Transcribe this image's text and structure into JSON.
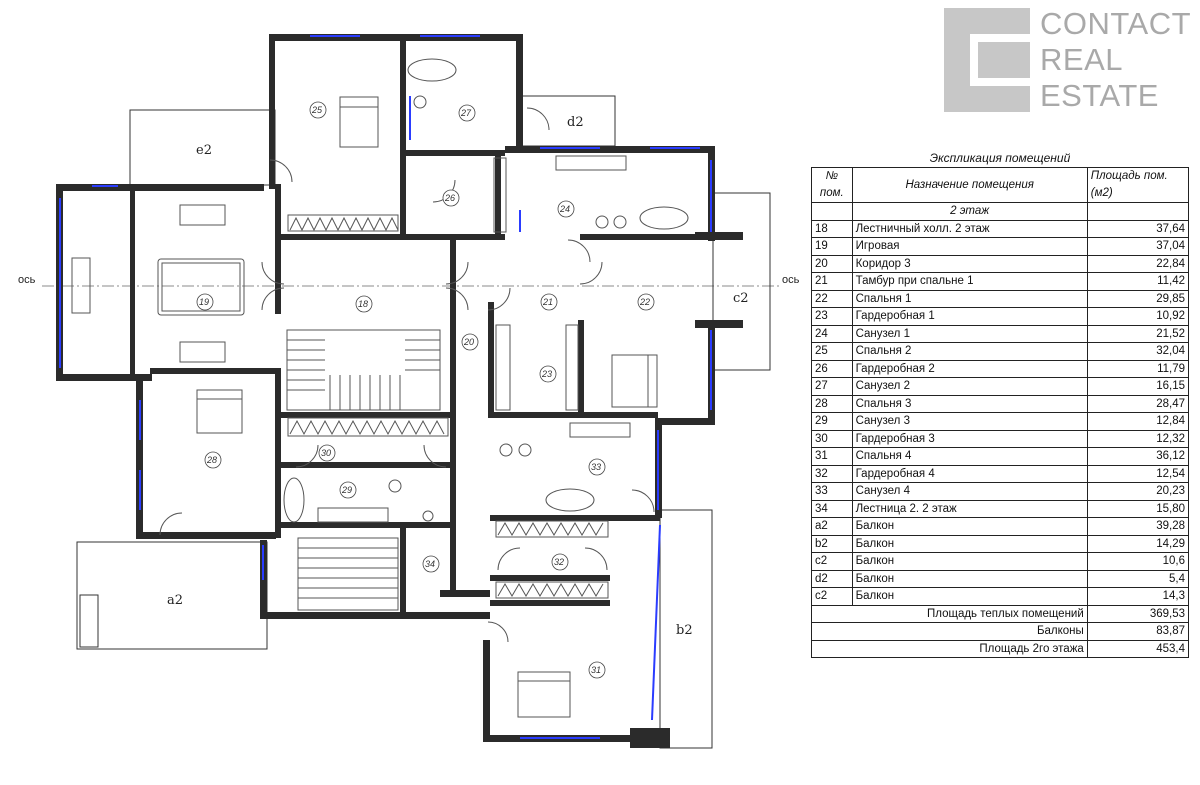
{
  "logo": {
    "line1": "CONTACT",
    "line2": "REAL",
    "line3": "ESTATE",
    "color": "#a9a9a9"
  },
  "plan": {
    "axis_label": "ось",
    "rooms": [
      "18",
      "19",
      "20",
      "21",
      "22",
      "23",
      "24",
      "25",
      "26",
      "27",
      "28",
      "29",
      "30",
      "31",
      "32",
      "33",
      "34"
    ],
    "balconies": {
      "a2": "a2",
      "b2": "b2",
      "c2": "c2",
      "d2": "d2",
      "e2": "e2"
    },
    "window_color": "#2a3cff"
  },
  "table": {
    "title": "Экспликация помещений",
    "head": {
      "no": "№ пом.",
      "name": "Назначение помещения",
      "area": "Площадь пом. (м2)"
    },
    "floor": "2 этаж",
    "rows": [
      {
        "no": "18",
        "name": "Лестничный холл. 2 этаж",
        "area": "37,64"
      },
      {
        "no": "19",
        "name": "Игровая",
        "area": "37,04"
      },
      {
        "no": "20",
        "name": "Коридор 3",
        "area": "22,84"
      },
      {
        "no": "21",
        "name": "Тамбур при спальне 1",
        "area": "11,42"
      },
      {
        "no": "22",
        "name": "Спальня 1",
        "area": "29,85"
      },
      {
        "no": "23",
        "name": "Гардеробная 1",
        "area": "10,92"
      },
      {
        "no": "24",
        "name": "Санузел 1",
        "area": "21,52"
      },
      {
        "no": "25",
        "name": "Спальня 2",
        "area": "32,04"
      },
      {
        "no": "26",
        "name": "Гардеробная 2",
        "area": "11,79"
      },
      {
        "no": "27",
        "name": "Санузел 2",
        "area": "16,15"
      },
      {
        "no": "28",
        "name": "Спальня 3",
        "area": "28,47"
      },
      {
        "no": "29",
        "name": "Санузел 3",
        "area": "12,84"
      },
      {
        "no": "30",
        "name": "Гардеробная 3",
        "area": "12,32"
      },
      {
        "no": "31",
        "name": "Спальня 4",
        "area": "36,12"
      },
      {
        "no": "32",
        "name": "Гардеробная 4",
        "area": "12,54"
      },
      {
        "no": "33",
        "name": "Санузел 4",
        "area": "20,23"
      },
      {
        "no": "34",
        "name": "Лестница 2. 2 этаж",
        "area": "15,80"
      },
      {
        "no": "a2",
        "name": "Балкон",
        "area": "39,28"
      },
      {
        "no": "b2",
        "name": "Балкон",
        "area": "14,29"
      },
      {
        "no": "c2",
        "name": "Балкон",
        "area": "10,6"
      },
      {
        "no": "d2",
        "name": "Балкон",
        "area": "5,4"
      },
      {
        "no": "c2",
        "name": "Балкон",
        "area": "14,3"
      }
    ],
    "totals": [
      {
        "label": "Площадь теплых помещений",
        "value": "369,53"
      },
      {
        "label": "Балконы",
        "value": "83,87"
      },
      {
        "label": "Площадь 2го этажа",
        "value": "453,4"
      }
    ]
  }
}
